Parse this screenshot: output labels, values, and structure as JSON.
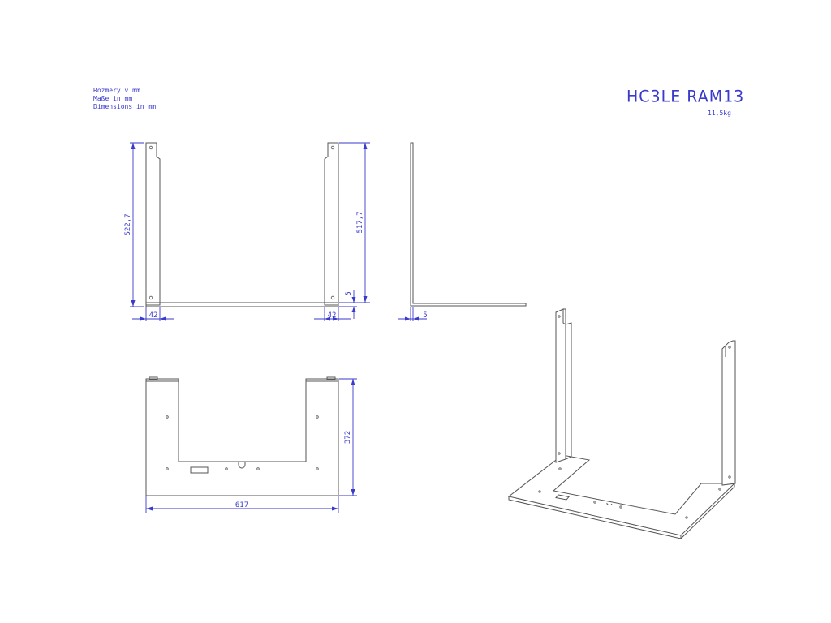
{
  "notes": {
    "line1": "Rozmery v mm",
    "line2": "Maße in mm",
    "line3": "Dimensions in mm"
  },
  "title": "HC3LE RAM13",
  "weight": "11,5kg",
  "dimensions": {
    "front_left_height": "522,7",
    "front_right_height": "517,7",
    "front_base_thickness": "5",
    "front_left_width": "42",
    "front_right_width": "42",
    "side_thickness": "5",
    "plan_depth": "372",
    "plan_width": "617"
  }
}
